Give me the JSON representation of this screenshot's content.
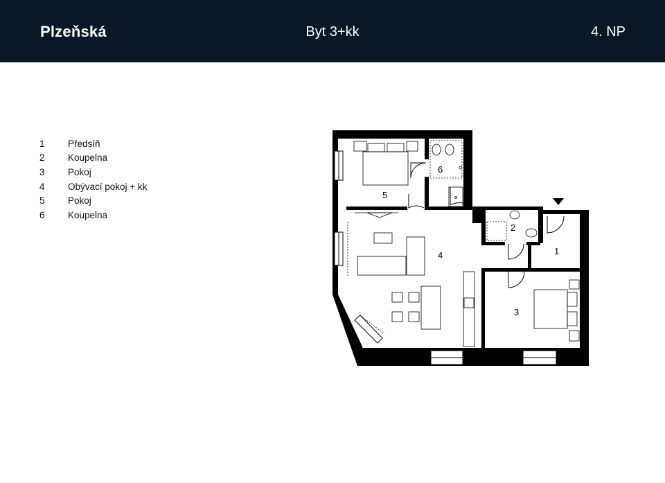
{
  "header": {
    "project": "Plzeňská",
    "unit": "Byt 3+kk",
    "floor": "4. NP",
    "background_color": "#0c1629",
    "text_color": "#ffffff"
  },
  "legend": [
    {
      "num": "1",
      "label": "Předsíň"
    },
    {
      "num": "2",
      "label": "Koupelna"
    },
    {
      "num": "3",
      "label": "Pokoj"
    },
    {
      "num": "4",
      "label": "Obývací pokoj + kk"
    },
    {
      "num": "5",
      "label": "Pokoj"
    },
    {
      "num": "6",
      "label": "Koupelna"
    }
  ],
  "plan": {
    "room_labels": [
      "1",
      "2",
      "3",
      "4",
      "5",
      "6"
    ],
    "entrance_marker": "entrance-arrow-icon"
  }
}
